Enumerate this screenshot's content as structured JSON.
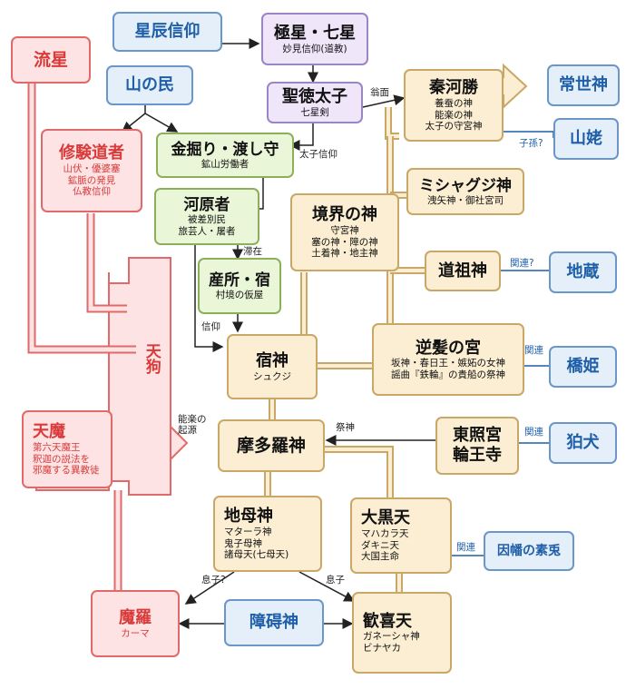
{
  "nodes": {
    "seishin": {
      "title": "星辰信仰"
    },
    "kyokusei": {
      "title": "極星・七星",
      "sub": "妙見信仰(道教)"
    },
    "ryusei": {
      "title": "流星"
    },
    "yamanotami": {
      "title": "山の民"
    },
    "shotoku": {
      "title": "聖徳太子",
      "sub": "七星剣"
    },
    "hatakawakatsu": {
      "title": "秦河勝",
      "sub": "養蚕の神\n能楽の神\n太子の守宮神"
    },
    "tokoyo": {
      "title": "常世神"
    },
    "shugendo": {
      "title": "修験道者",
      "sub": "山伏・優婆塞\n鉱脈の発見\n仏教信仰"
    },
    "kanahori": {
      "title": "金掘り・渡し守",
      "sub": "鉱山労働者"
    },
    "yamanba": {
      "title": "山姥"
    },
    "mishaguji": {
      "title": "ミシャグジ神",
      "sub": "洩矢神・御社宮司"
    },
    "kawaramono": {
      "title": "河原者",
      "sub": "被差別民\n旅芸人・屠者"
    },
    "kyokai": {
      "title": "境界の神",
      "sub": "守宮神\n塞の神・障の神\n土着神・地主神"
    },
    "dosojin": {
      "title": "道祖神"
    },
    "jizo": {
      "title": "地蔵"
    },
    "sansho": {
      "title": "産所・宿",
      "sub": "村境の仮屋"
    },
    "tengu": {
      "title": "天狗"
    },
    "sakagami": {
      "title": "逆髪の宮",
      "sub": "坂神・春日王・嫉妬の女神\n謡曲『鉄輪』の貴船の祭神"
    },
    "shukujin": {
      "title": "宿神",
      "sub": "シュクジ"
    },
    "hashihime": {
      "title": "橋姫"
    },
    "tenma": {
      "title": "天魔",
      "sub": "第六天魔王\n釈迦の説法を\n邪魔する異教徒"
    },
    "matarajin": {
      "title": "摩多羅神"
    },
    "toshogu": {
      "title": "東照宮\n輪王寺"
    },
    "komainu": {
      "title": "狛犬"
    },
    "jibojin": {
      "title": "地母神",
      "sub": "マターラ神\n鬼子母神\n諸母天(七母天)"
    },
    "daikokuten": {
      "title": "大黒天",
      "sub": "マハカラ天\nダキニ天\n大国主命"
    },
    "inaba": {
      "title": "因幡の素兎"
    },
    "mara": {
      "title": "魔羅",
      "sub": "カーマ"
    },
    "shogejin": {
      "title": "障碍神"
    },
    "kangiten": {
      "title": "歓喜天",
      "sub": "ガネーシャ神\nビナヤカ"
    }
  },
  "labels": {
    "okina": "翁面",
    "taishi_shinko": "太子信仰",
    "shison": "子孫?",
    "taizai": "滞在",
    "shinko": "信仰",
    "kanren_q": "関連?",
    "kanren1": "関連",
    "kanren2": "関連",
    "kanren3": "関連",
    "sai_jin": "祭神",
    "nogaku": "能楽の\n起源",
    "musuko_q": "息子?",
    "musuko": "息子"
  }
}
